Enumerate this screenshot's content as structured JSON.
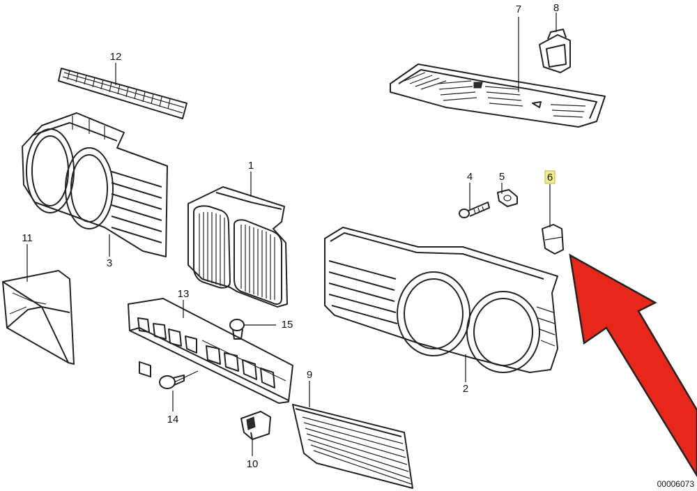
{
  "callouts": {
    "c1": "1",
    "c2": "2",
    "c3": "3",
    "c4": "4",
    "c5": "5",
    "c6": "6",
    "c7": "7",
    "c8": "8",
    "c9": "9",
    "c10": "10",
    "c11": "11",
    "c12": "12",
    "c13": "13",
    "c14": "14",
    "c15": "15"
  },
  "reference_number": "00006073",
  "colors": {
    "arrow": "#e8271b",
    "highlight": "#f3ee8a",
    "line": "#222222"
  },
  "icons": {
    "pointer": "red-arrow-icon"
  }
}
